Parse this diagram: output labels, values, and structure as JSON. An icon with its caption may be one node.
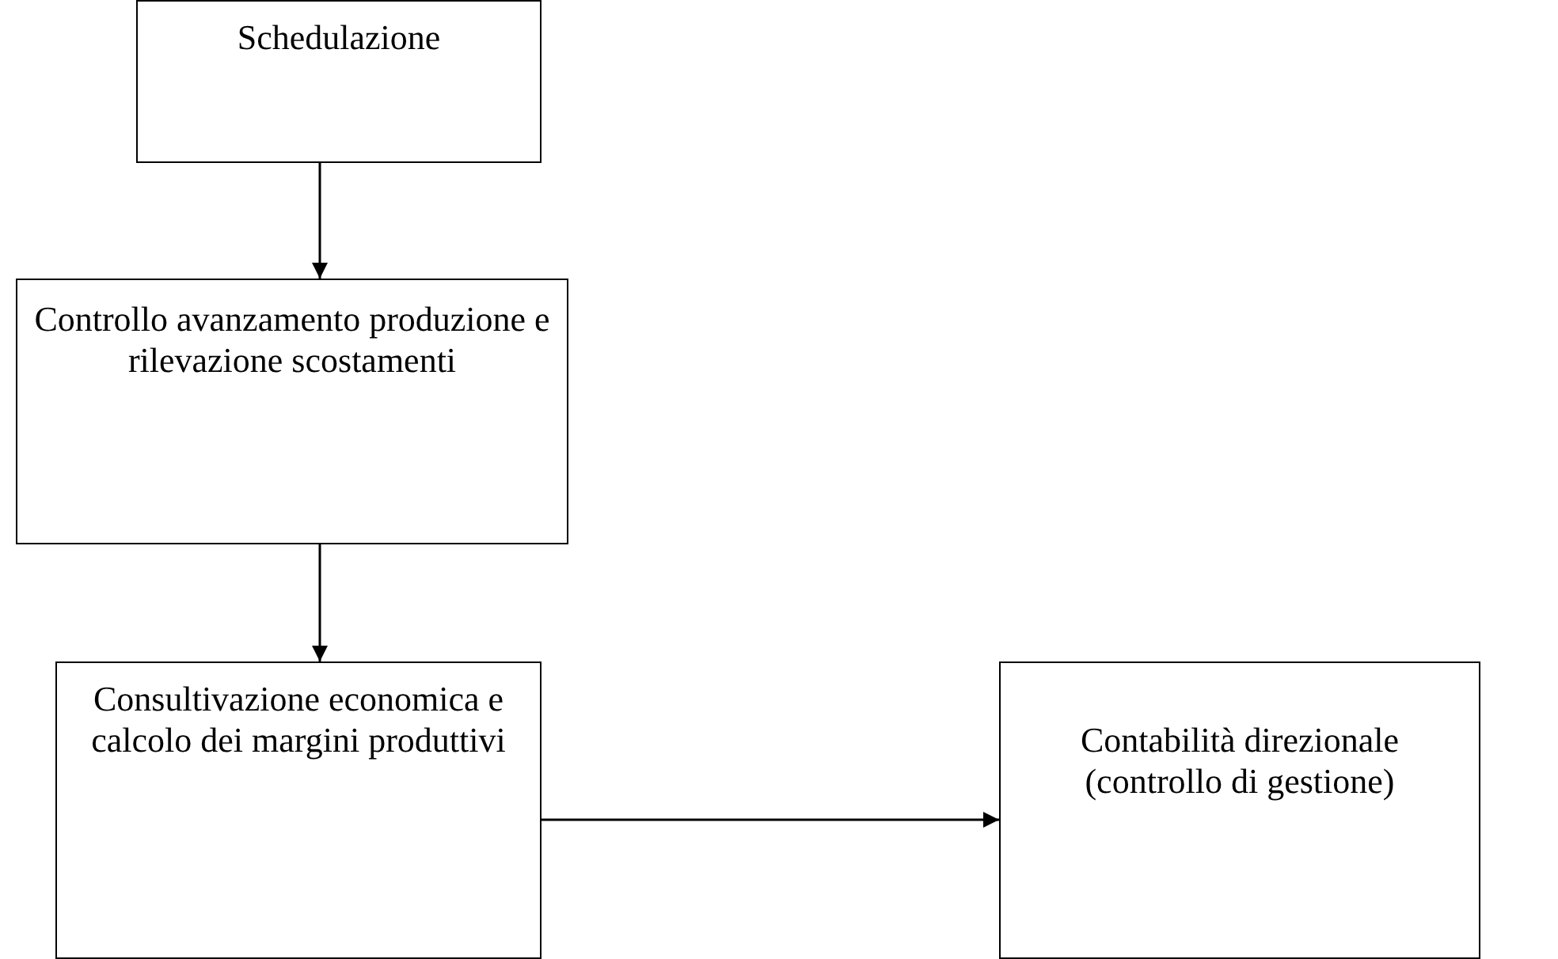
{
  "diagram": {
    "nodes": [
      {
        "text": [
          "Schedulazione"
        ]
      },
      {
        "text": [
          "Controllo avanzamento produzione e rilevazione scostamenti"
        ]
      },
      {
        "text": [
          "Consultivazione economica e calcolo dei margini produttivi"
        ]
      },
      {
        "text": [
          "Contabilità direzionale (controllo di gestione)"
        ]
      }
    ],
    "edges": [
      {
        "from": 0,
        "to": 1,
        "arrow": "to"
      },
      {
        "from": 1,
        "to": 2,
        "arrow": "to"
      },
      {
        "from": 2,
        "to": 3,
        "arrow": "to"
      }
    ]
  }
}
